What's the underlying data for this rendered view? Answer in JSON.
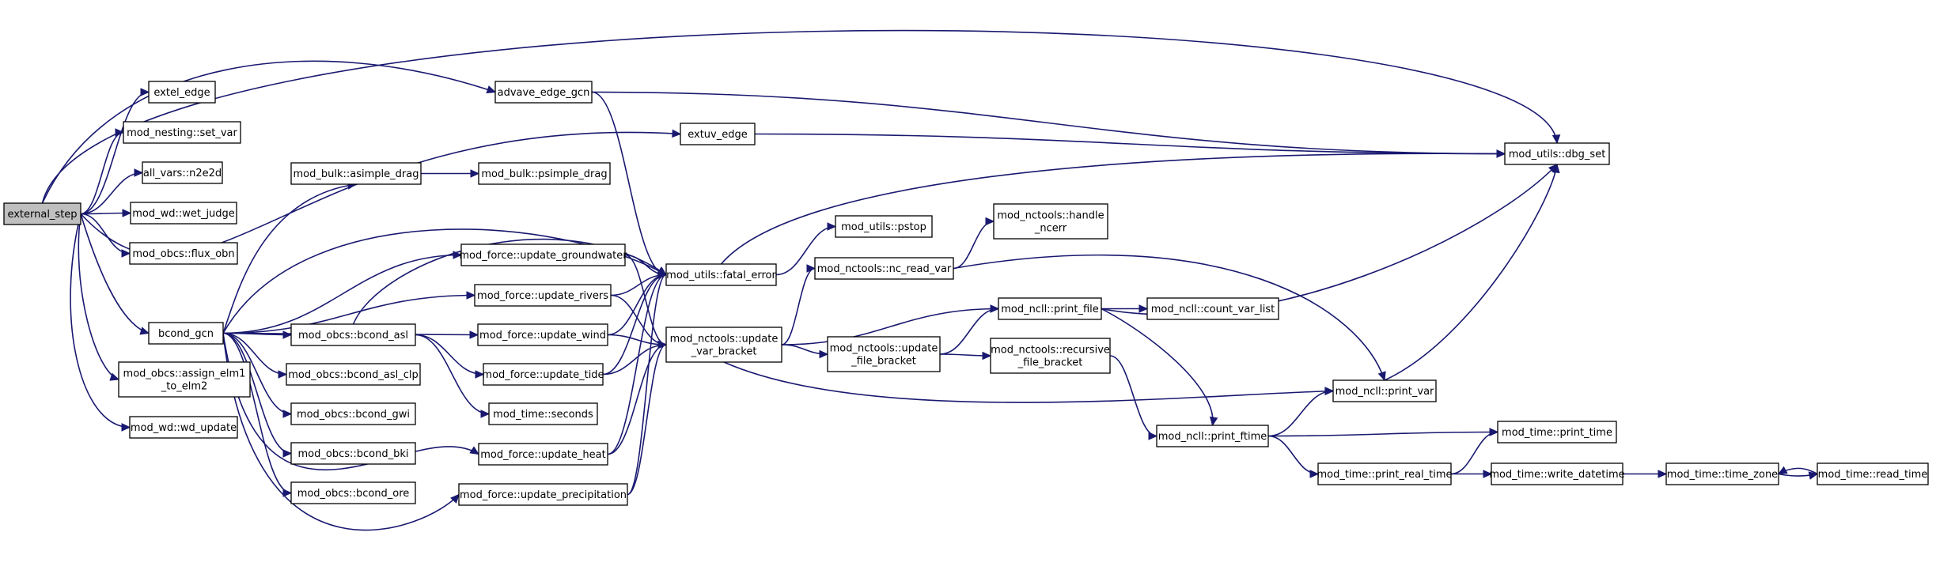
{
  "nodes": [
    {
      "id": "external_step",
      "lines": [
        "external_step"
      ],
      "root": true
    },
    {
      "id": "extel_edge",
      "lines": [
        "extel_edge"
      ]
    },
    {
      "id": "set_var",
      "lines": [
        "mod_nesting::set_var"
      ]
    },
    {
      "id": "n2e2d",
      "lines": [
        "all_vars::n2e2d"
      ]
    },
    {
      "id": "wet_judge",
      "lines": [
        "mod_wd::wet_judge"
      ]
    },
    {
      "id": "flux_obn",
      "lines": [
        "mod_obcs::flux_obn"
      ]
    },
    {
      "id": "bcond_gcn",
      "lines": [
        "bcond_gcn"
      ]
    },
    {
      "id": "assign_elm1",
      "lines": [
        "mod_obcs::assign_elm1",
        "_to_elm2"
      ]
    },
    {
      "id": "wd_update",
      "lines": [
        "mod_wd::wd_update"
      ]
    },
    {
      "id": "advave_edge_gcn",
      "lines": [
        "advave_edge_gcn"
      ]
    },
    {
      "id": "extuv_edge",
      "lines": [
        "extuv_edge"
      ]
    },
    {
      "id": "asimple_drag",
      "lines": [
        "mod_bulk::asimple_drag"
      ]
    },
    {
      "id": "psimple_drag",
      "lines": [
        "mod_bulk::psimple_drag"
      ]
    },
    {
      "id": "bcond_asl",
      "lines": [
        "mod_obcs::bcond_asl"
      ]
    },
    {
      "id": "bcond_asl_clp",
      "lines": [
        "mod_obcs::bcond_asl_clp"
      ]
    },
    {
      "id": "bcond_gwi",
      "lines": [
        "mod_obcs::bcond_gwi"
      ]
    },
    {
      "id": "bcond_bki",
      "lines": [
        "mod_obcs::bcond_bki"
      ]
    },
    {
      "id": "bcond_ore",
      "lines": [
        "mod_obcs::bcond_ore"
      ]
    },
    {
      "id": "update_groundwater",
      "lines": [
        "mod_force::update_groundwater"
      ]
    },
    {
      "id": "update_rivers",
      "lines": [
        "mod_force::update_rivers"
      ]
    },
    {
      "id": "update_wind",
      "lines": [
        "mod_force::update_wind"
      ]
    },
    {
      "id": "update_tide",
      "lines": [
        "mod_force::update_tide"
      ]
    },
    {
      "id": "seconds",
      "lines": [
        "mod_time::seconds"
      ]
    },
    {
      "id": "update_heat",
      "lines": [
        "mod_force::update_heat"
      ]
    },
    {
      "id": "update_precipitation",
      "lines": [
        "mod_force::update_precipitation"
      ]
    },
    {
      "id": "fatal_error",
      "lines": [
        "mod_utils::fatal_error"
      ]
    },
    {
      "id": "update_var_bracket",
      "lines": [
        "mod_nctools::update",
        "_var_bracket"
      ]
    },
    {
      "id": "pstop",
      "lines": [
        "mod_utils::pstop"
      ]
    },
    {
      "id": "nc_read_var",
      "lines": [
        "mod_nctools::nc_read_var"
      ]
    },
    {
      "id": "handle_ncerr",
      "lines": [
        "mod_nctools::handle",
        "_ncerr"
      ]
    },
    {
      "id": "update_file_bracket",
      "lines": [
        "mod_nctools::update",
        "_file_bracket"
      ]
    },
    {
      "id": "print_file",
      "lines": [
        "mod_ncll::print_file"
      ]
    },
    {
      "id": "count_var_list",
      "lines": [
        "mod_ncll::count_var_list"
      ]
    },
    {
      "id": "recursive_file_bracket",
      "lines": [
        "mod_nctools::recursive",
        "_file_bracket"
      ]
    },
    {
      "id": "print_ftime",
      "lines": [
        "mod_ncll::print_ftime"
      ]
    },
    {
      "id": "print_var",
      "lines": [
        "mod_ncll::print_var"
      ]
    },
    {
      "id": "dbg_set",
      "lines": [
        "mod_utils::dbg_set"
      ]
    },
    {
      "id": "print_time",
      "lines": [
        "mod_time::print_time"
      ]
    },
    {
      "id": "print_real_time",
      "lines": [
        "mod_time::print_real_time"
      ]
    },
    {
      "id": "write_datetime",
      "lines": [
        "mod_time::write_datetime"
      ]
    },
    {
      "id": "time_zone",
      "lines": [
        "mod_time::time_zone"
      ]
    },
    {
      "id": "read_time",
      "lines": [
        "mod_time::read_time"
      ]
    }
  ],
  "edges": [
    [
      "external_step",
      "extel_edge"
    ],
    [
      "external_step",
      "set_var"
    ],
    [
      "external_step",
      "n2e2d"
    ],
    [
      "external_step",
      "wet_judge"
    ],
    [
      "external_step",
      "flux_obn"
    ],
    [
      "external_step",
      "bcond_gcn"
    ],
    [
      "external_step",
      "assign_elm1"
    ],
    [
      "external_step",
      "wd_update"
    ],
    [
      "external_step",
      "advave_edge_gcn"
    ],
    [
      "external_step",
      "extuv_edge"
    ],
    [
      "external_step",
      "dbg_set"
    ],
    [
      "advave_edge_gcn",
      "dbg_set"
    ],
    [
      "advave_edge_gcn",
      "fatal_error"
    ],
    [
      "extuv_edge",
      "dbg_set"
    ],
    [
      "asimple_drag",
      "psimple_drag"
    ],
    [
      "bcond_gcn",
      "asimple_drag"
    ],
    [
      "bcond_gcn",
      "update_groundwater"
    ],
    [
      "bcond_gcn",
      "fatal_error"
    ],
    [
      "bcond_gcn",
      "update_rivers"
    ],
    [
      "bcond_gcn",
      "update_wind"
    ],
    [
      "bcond_gcn",
      "bcond_asl"
    ],
    [
      "bcond_gcn",
      "bcond_asl_clp"
    ],
    [
      "bcond_gcn",
      "bcond_gwi"
    ],
    [
      "bcond_gcn",
      "bcond_bki"
    ],
    [
      "bcond_gcn",
      "bcond_ore"
    ],
    [
      "bcond_gcn",
      "update_heat"
    ],
    [
      "bcond_gcn",
      "update_precipitation"
    ],
    [
      "bcond_asl",
      "fatal_error"
    ],
    [
      "bcond_asl",
      "update_tide"
    ],
    [
      "bcond_asl",
      "seconds"
    ],
    [
      "update_groundwater",
      "fatal_error"
    ],
    [
      "update_groundwater",
      "update_var_bracket"
    ],
    [
      "update_rivers",
      "fatal_error"
    ],
    [
      "update_rivers",
      "update_var_bracket"
    ],
    [
      "update_wind",
      "fatal_error"
    ],
    [
      "update_wind",
      "update_var_bracket"
    ],
    [
      "update_tide",
      "fatal_error"
    ],
    [
      "update_tide",
      "update_var_bracket"
    ],
    [
      "update_heat",
      "fatal_error"
    ],
    [
      "update_heat",
      "update_var_bracket"
    ],
    [
      "update_precipitation",
      "fatal_error"
    ],
    [
      "update_precipitation",
      "update_var_bracket"
    ],
    [
      "fatal_error",
      "pstop"
    ],
    [
      "fatal_error",
      "dbg_set"
    ],
    [
      "update_var_bracket",
      "nc_read_var"
    ],
    [
      "update_var_bracket",
      "print_file"
    ],
    [
      "update_var_bracket",
      "update_file_bracket"
    ],
    [
      "update_var_bracket",
      "print_var"
    ],
    [
      "nc_read_var",
      "handle_ncerr"
    ],
    [
      "nc_read_var",
      "print_var"
    ],
    [
      "update_file_bracket",
      "print_file"
    ],
    [
      "update_file_bracket",
      "recursive_file_bracket"
    ],
    [
      "print_file",
      "count_var_list"
    ],
    [
      "print_file",
      "dbg_set"
    ],
    [
      "print_file",
      "print_ftime"
    ],
    [
      "recursive_file_bracket",
      "print_ftime"
    ],
    [
      "print_ftime",
      "print_var"
    ],
    [
      "print_ftime",
      "print_time"
    ],
    [
      "print_ftime",
      "print_real_time"
    ],
    [
      "print_var",
      "dbg_set"
    ],
    [
      "print_real_time",
      "print_time"
    ],
    [
      "print_real_time",
      "write_datetime"
    ],
    [
      "write_datetime",
      "time_zone"
    ],
    [
      "time_zone",
      "read_time"
    ],
    [
      "read_time",
      "time_zone"
    ]
  ]
}
